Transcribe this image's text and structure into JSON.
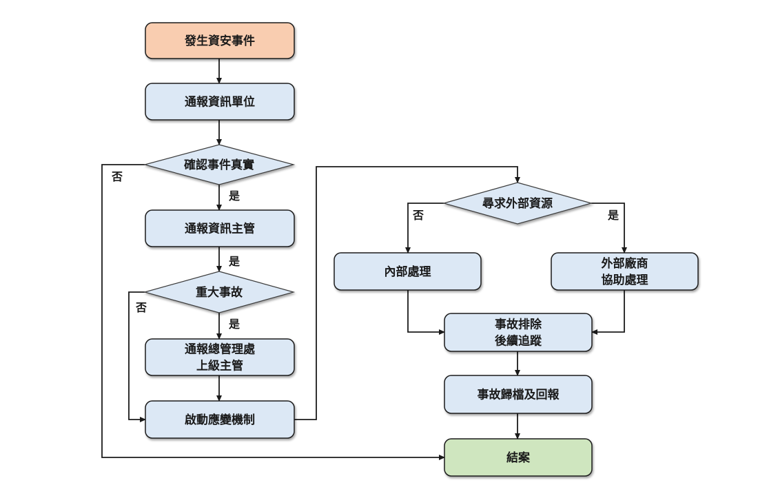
{
  "title": "資安事件處理流程",
  "colors": {
    "start_fill": "#f9cdb0",
    "process_fill": "#dce8f5",
    "decision_fill": "#dce8f5",
    "end_fill": "#cfe6bf",
    "stroke": "#1a1a1a"
  },
  "nodes": {
    "start": {
      "type": "start",
      "lines": [
        "發生資安事件"
      ]
    },
    "notify_it_unit": {
      "type": "process",
      "lines": [
        "通報資訊單位"
      ]
    },
    "confirm_event": {
      "type": "decision",
      "lines": [
        "確認事件真實"
      ]
    },
    "notify_it_manager": {
      "type": "process",
      "lines": [
        "通報資訊主管"
      ]
    },
    "major_incident": {
      "type": "decision",
      "lines": [
        "重大事故"
      ]
    },
    "notify_hq": {
      "type": "process",
      "lines": [
        "通報總管理處",
        "上級主管"
      ]
    },
    "activate_response": {
      "type": "process",
      "lines": [
        "啟動應變機制"
      ]
    },
    "seek_external": {
      "type": "decision",
      "lines": [
        "尋求外部資源"
      ]
    },
    "internal_handling": {
      "type": "process",
      "lines": [
        "內部處理"
      ]
    },
    "vendor_assist": {
      "type": "process",
      "lines": [
        "外部廠商",
        "協助處理"
      ]
    },
    "resolve_followup": {
      "type": "process",
      "lines": [
        "事故排除",
        "後續追蹤"
      ]
    },
    "archive_report": {
      "type": "process",
      "lines": [
        "事故歸檔及回報"
      ]
    },
    "close_case": {
      "type": "end",
      "lines": [
        "結案"
      ]
    }
  },
  "edges": [
    {
      "from": "start",
      "to": "notify_it_unit",
      "label": ""
    },
    {
      "from": "notify_it_unit",
      "to": "confirm_event",
      "label": ""
    },
    {
      "from": "confirm_event",
      "to": "notify_it_manager",
      "label": "是"
    },
    {
      "from": "confirm_event",
      "to": "close_case",
      "label": "否"
    },
    {
      "from": "notify_it_manager",
      "to": "major_incident",
      "label": "是"
    },
    {
      "from": "major_incident",
      "to": "notify_hq",
      "label": "是"
    },
    {
      "from": "major_incident",
      "to": "activate_response",
      "label": "否"
    },
    {
      "from": "notify_hq",
      "to": "activate_response",
      "label": ""
    },
    {
      "from": "activate_response",
      "to": "seek_external",
      "label": ""
    },
    {
      "from": "seek_external",
      "to": "internal_handling",
      "label": "否"
    },
    {
      "from": "seek_external",
      "to": "vendor_assist",
      "label": "是"
    },
    {
      "from": "internal_handling",
      "to": "resolve_followup",
      "label": ""
    },
    {
      "from": "vendor_assist",
      "to": "resolve_followup",
      "label": ""
    },
    {
      "from": "resolve_followup",
      "to": "archive_report",
      "label": ""
    },
    {
      "from": "archive_report",
      "to": "close_case",
      "label": ""
    }
  ]
}
